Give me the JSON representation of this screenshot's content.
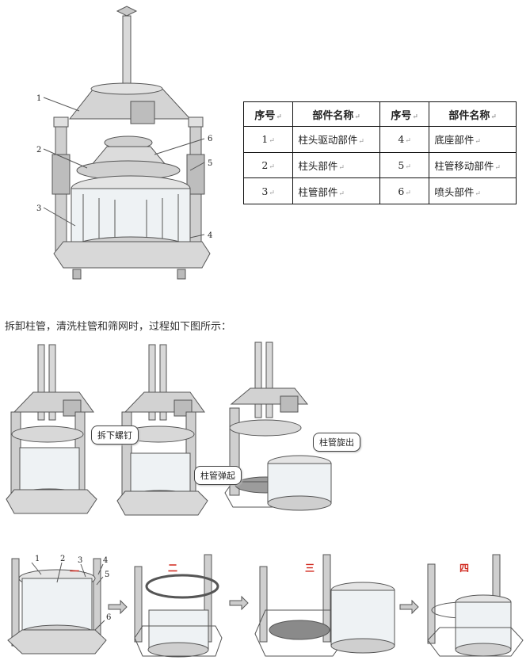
{
  "table": {
    "headers": [
      "序号",
      "部件名称",
      "序号",
      "部件名称"
    ],
    "rows": [
      {
        "no_a": "1",
        "name_a": "柱头驱动部件",
        "no_b": "4",
        "name_b": "底座部件"
      },
      {
        "no_a": "2",
        "name_a": "柱头部件",
        "no_b": "5",
        "name_b": "柱管移动部件"
      },
      {
        "no_a": "3",
        "name_a": "柱管部件",
        "no_b": "6",
        "name_b": "喷头部件"
      }
    ],
    "return_mark": "↵"
  },
  "main_figure_labels": [
    "1",
    "2",
    "3",
    "4",
    "5",
    "6"
  ],
  "caption": "拆卸柱管，清洗柱管和筛网时，过程如下图所示：",
  "callouts": {
    "remove_screws": "拆下螺钉",
    "tube_pop_up": "柱管弹起",
    "tube_rotate_out": "柱管旋出"
  },
  "steps": [
    "一",
    "二",
    "三",
    "四"
  ],
  "step1_labels": [
    "1",
    "2",
    "3",
    "4",
    "5",
    "6"
  ]
}
